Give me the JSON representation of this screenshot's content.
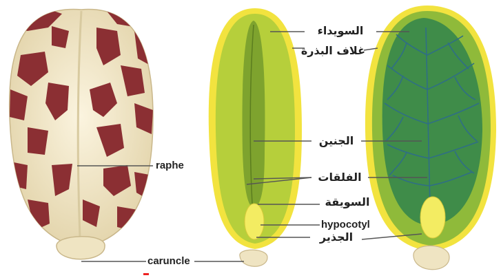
{
  "labels": {
    "raphe": "raphe",
    "caruncle": "caruncle",
    "hypocotyl": "hypocotyl",
    "endosperm_ar": "السويداء",
    "seed_coat_ar": "غلاف البذرة",
    "embryo_ar": "الجنين",
    "cotyledons_ar": "الفلقات",
    "hypocotyl_ar": "السويقة",
    "radicle_ar": "الجذير"
  },
  "colors": {
    "seed_coat_cream": "#f1e6c6",
    "seed_spots": "#8b2f33",
    "endosperm_green": "#b6cf3b",
    "seed_coat_yellow": "#f2e33f",
    "embryo_green": "#7ea32e",
    "cotyledon_dark": "#3f8c49",
    "veins": "#2f6e86",
    "radicle_yellow": "#f3ec62",
    "caruncle_tan": "#efe4c2",
    "leader_line": "#555555"
  }
}
